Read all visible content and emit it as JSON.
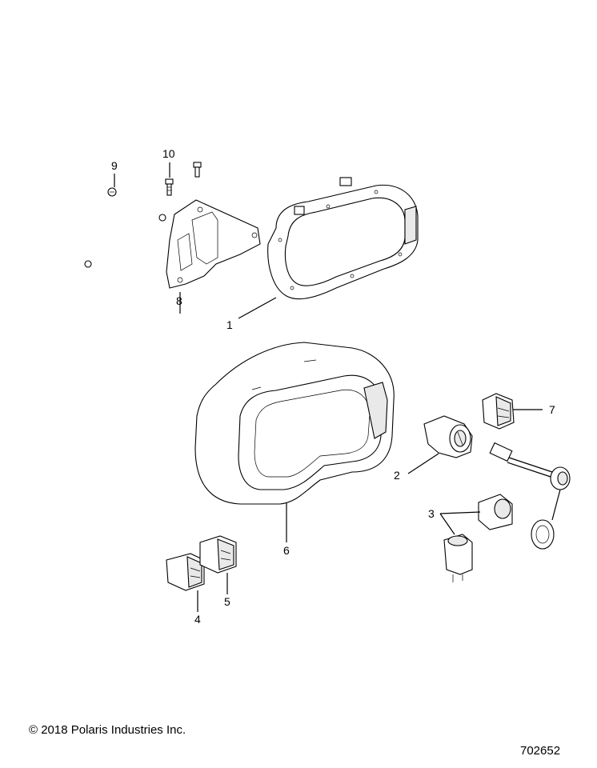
{
  "callouts": {
    "c1": "1",
    "c2": "2",
    "c3": "3",
    "c4": "4",
    "c5": "5",
    "c6": "6",
    "c7": "7",
    "c8": "8",
    "c9": "9",
    "c10": "10"
  },
  "footer": {
    "copyright": "© 2018 Polaris Industries Inc.",
    "drawing_number": "702652"
  }
}
